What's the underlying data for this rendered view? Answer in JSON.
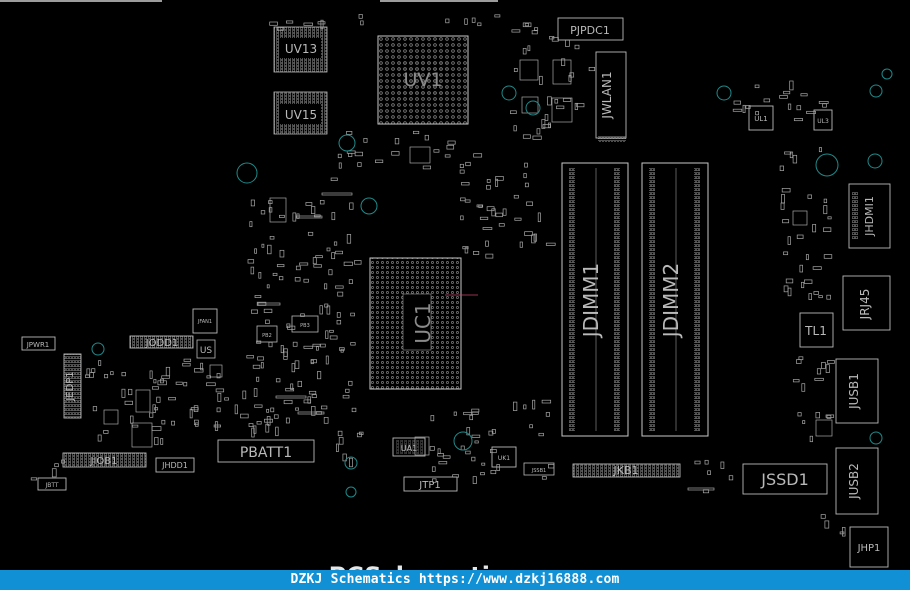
{
  "labels": {
    "uv13": "UV13",
    "uv15": "UV15",
    "uv1": "UV1",
    "pjpdc1": "PJPDC1",
    "jwlan1": "JWLAN1",
    "jdimm1": "JDIMM1",
    "jdimm2": "JDIMM2",
    "uc1": "UC1",
    "jhdmi1": "JHDMI1",
    "jrj45": "JRJ45",
    "tl1": "TL1",
    "jusb1": "JUSB1",
    "jusb2": "JUSB2",
    "jssd1": "JSSD1",
    "jhp1": "JHP1",
    "jkb1": "JKB1",
    "jtp1": "JTP1",
    "pbatt1": "PBATT1",
    "jiob1": "JIOB1",
    "jhdd1": "JHDD1",
    "jodd1": "JODD1",
    "jedp1": "JEDP1",
    "jpwr1": "JPWR1",
    "jfan1": "JFAN1",
    "us": "US",
    "ua1": "UA1",
    "uk1": "UK1",
    "jssb1": "JSSB1",
    "ul1": "UL1",
    "ul3": "UL3",
    "jbtt": "JBTT",
    "pb2": "PB2",
    "pb3": "PB3"
  },
  "watermark": "DZKJ Schematics https://www.dzkj16888.com",
  "overlay_text": "PCSchematics.com",
  "colors": {
    "background": "#000000",
    "outline": "#b9b9b9",
    "via_ring": "#1f8a8a",
    "footer": "#1190d6"
  }
}
